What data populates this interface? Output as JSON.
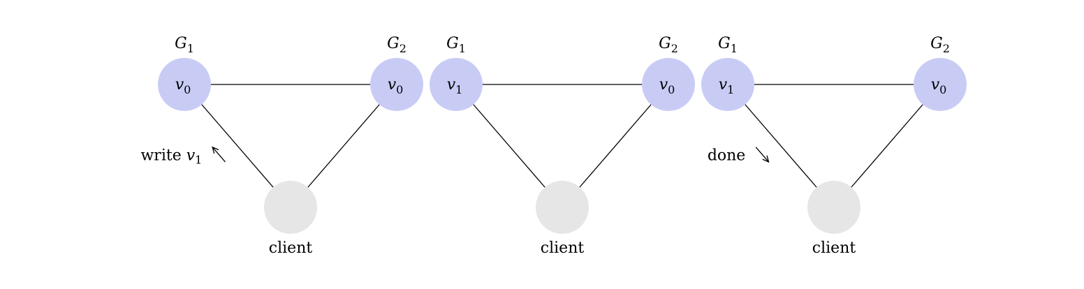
{
  "colors": {
    "server_fill": "#c8ccf5",
    "client_fill": "#e6e6e6",
    "edge": "#000000",
    "text": "#000000"
  },
  "panels": [
    {
      "g1": {
        "label_var": "G",
        "label_sub": "1",
        "value_var": "v",
        "value_sub": "0"
      },
      "g2": {
        "label_var": "G",
        "label_sub": "2",
        "value_var": "v",
        "value_sub": "0"
      },
      "client_label": "client",
      "message": {
        "text": "write",
        "var": "v",
        "sub": "1",
        "direction": "to-g1"
      }
    },
    {
      "g1": {
        "label_var": "G",
        "label_sub": "1",
        "value_var": "v",
        "value_sub": "1"
      },
      "g2": {
        "label_var": "G",
        "label_sub": "2",
        "value_var": "v",
        "value_sub": "0"
      },
      "client_label": "client"
    },
    {
      "g1": {
        "label_var": "G",
        "label_sub": "1",
        "value_var": "v",
        "value_sub": "1"
      },
      "g2": {
        "label_var": "G",
        "label_sub": "2",
        "value_var": "v",
        "value_sub": "0"
      },
      "client_label": "client",
      "message": {
        "text": "done",
        "direction": "to-client"
      }
    }
  ]
}
